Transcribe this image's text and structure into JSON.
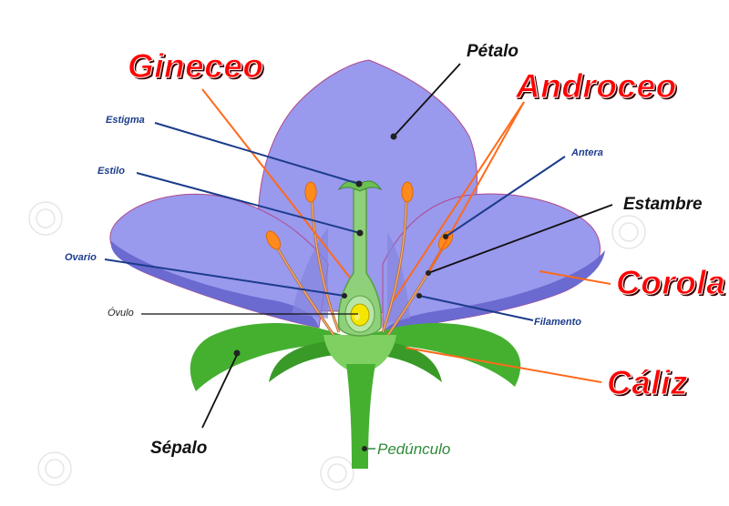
{
  "labels": {
    "gineceo": "Gineceo",
    "androceo": "Androceo",
    "petalo": "Pétalo",
    "estigma": "Estigma",
    "estilo": "Estilo",
    "ovario": "Ovario",
    "ovulo": "Óvulo",
    "antera": "Antera",
    "estambre": "Estambre",
    "corola": "Corola",
    "filamento": "Filamento",
    "caliz": "Cáliz",
    "sepalo": "Sépalo",
    "pedunculo": "Pedúnculo"
  },
  "colors": {
    "petal": "#9999ee",
    "petal_shadow": "#6a6ad0",
    "petal_edge": "#b04a8a",
    "sepal": "#45b030",
    "sepal_light": "#7ed060",
    "pistil": "#8fd07a",
    "anther": "#ff8a1e",
    "ovule": "#f5e600",
    "label_red": "#ff0000",
    "line_orange": "#ff6a1a",
    "line_blue": "#1c3c8c",
    "line_black": "#111111"
  }
}
